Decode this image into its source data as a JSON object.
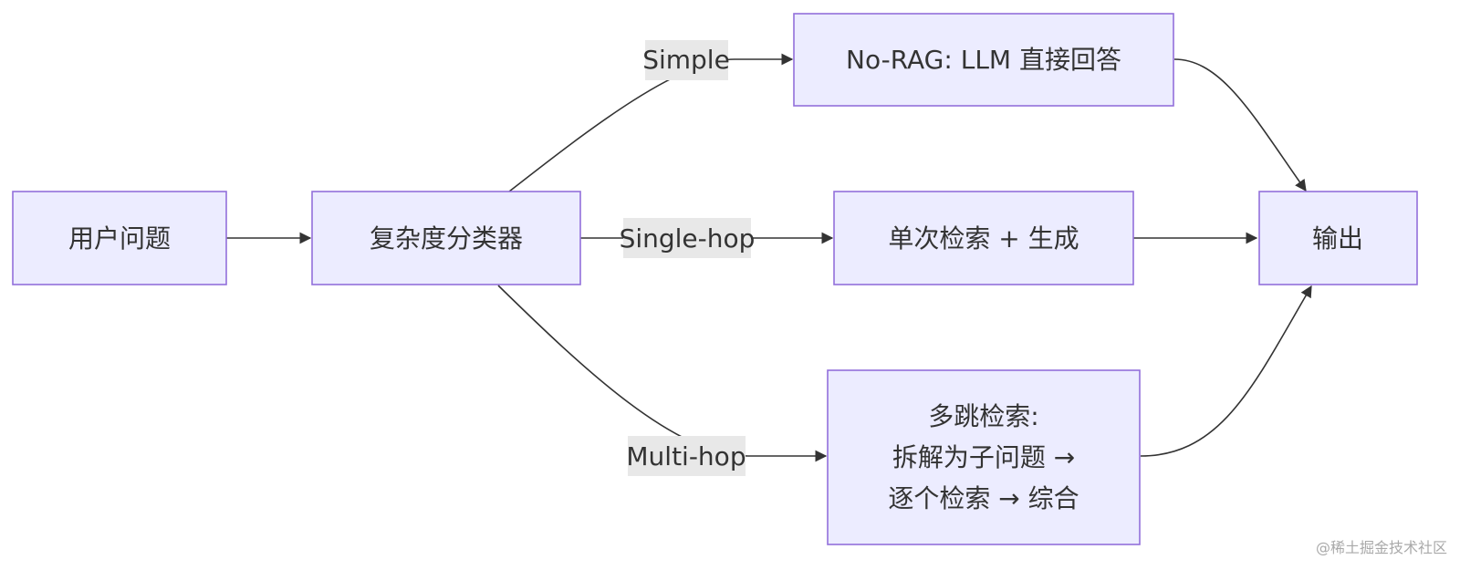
{
  "nodes": {
    "user_question": "用户问题",
    "classifier": "复杂度分类器",
    "no_rag": "No-RAG: LLM 直接回答",
    "single_hop": "单次检索 + 生成",
    "multi_hop": [
      "多跳检索:",
      "拆解为子问题 →",
      "逐个检索 → 综合"
    ],
    "output": "输出"
  },
  "edge_labels": {
    "simple": "Simple",
    "single_hop": "Single-hop",
    "multi_hop": "Multi-hop"
  },
  "watermark": "@稀土掘金技术社区",
  "colors": {
    "node_fill": "#ececff",
    "node_stroke": "#9370db",
    "edge": "#333333",
    "label_bg": "#e8e8e8"
  }
}
